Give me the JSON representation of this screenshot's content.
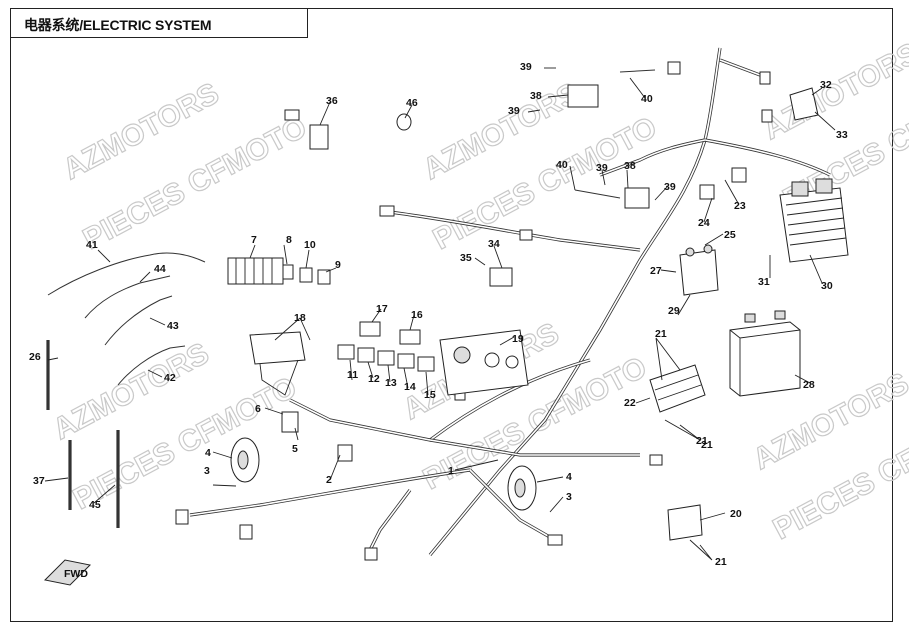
{
  "title": "电器系统/ELECTRIC SYSTEM",
  "watermark_lines": [
    "AZMOTORS",
    "PIECES CFMOTO"
  ],
  "callouts": [
    "1",
    "2",
    "3",
    "3",
    "4",
    "4",
    "5",
    "6",
    "7",
    "8",
    "9",
    "10",
    "11",
    "12",
    "13",
    "14",
    "15",
    "16",
    "17",
    "18",
    "19",
    "20",
    "21",
    "21",
    "21",
    "21",
    "22",
    "23",
    "24",
    "25",
    "26",
    "27",
    "28",
    "29",
    "30",
    "31",
    "32",
    "33",
    "34",
    "35",
    "36",
    "37",
    "38",
    "38",
    "39",
    "39",
    "39",
    "39",
    "40",
    "40",
    "41",
    "42",
    "43",
    "44",
    "45",
    "46"
  ],
  "corner_icon_text": "FWD"
}
